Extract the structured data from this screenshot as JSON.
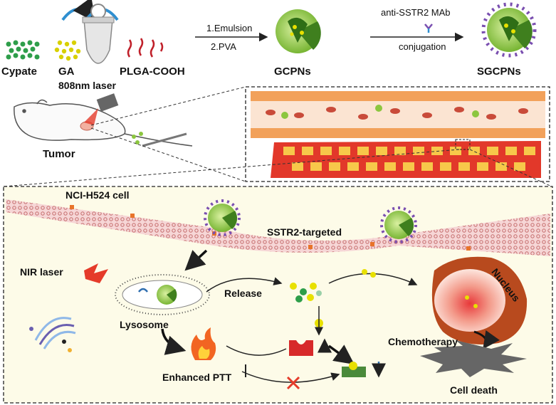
{
  "top": {
    "cypate": "Cypate",
    "ga": "GA",
    "plga": "PLGA-COOH",
    "step1": "1.Emulsion",
    "step2": "2.PVA",
    "gcpns": "GCPNs",
    "mab": "anti-SSTR2 MAb",
    "conjugation": "conjugation",
    "sgcpns": "SGCPNs"
  },
  "mouse": {
    "laser": "808nm laser",
    "tumor": "Tumor"
  },
  "bottom": {
    "cell": "NCI-H524 cell",
    "targeted": "SSTR2-targeted",
    "nir": "NIR laser",
    "release": "Release",
    "lysosome": "Lysosome",
    "nucleus": "Nucleus",
    "chemo": "Chemotherapy",
    "ptt": "Enhanced PTT",
    "death": "Cell death"
  },
  "colors": {
    "cypate": "#2e9e4a",
    "ga": "#d8d000",
    "plga": "#c0202a",
    "np": "#8cc63f",
    "panel_bg": "#fdfbe8",
    "vessel": "#f08a3c",
    "cell_red": "#e2382a"
  }
}
